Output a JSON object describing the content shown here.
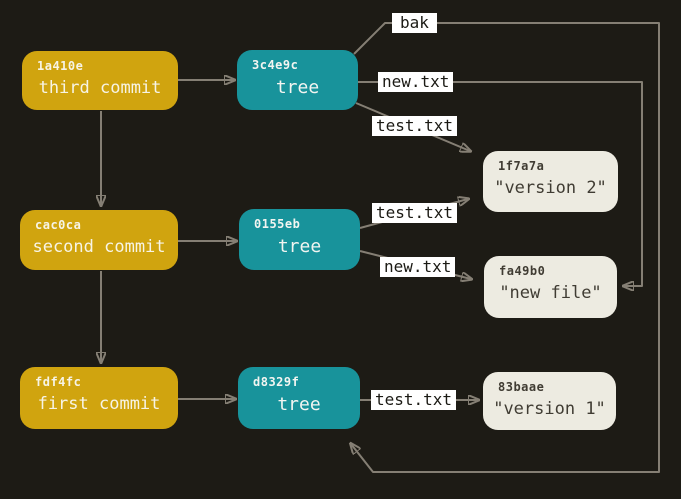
{
  "diagram": {
    "description": "Git object graph: commits pointing to trees pointing to blobs",
    "colors": {
      "background": "#1d1b15",
      "commit_fill": "#d0a40f",
      "tree_fill": "#18939b",
      "blob_fill": "#edebe1",
      "edge_stroke": "#857f74",
      "edge_label_bg": "#ffffff",
      "edge_label_text": "#1b1a14",
      "node_text_light": "#f7f4e6",
      "blob_text": "#403c33"
    },
    "nodes": {
      "commit3": {
        "hash": "1a410e",
        "label": "third commit"
      },
      "commit2": {
        "hash": "cac0ca",
        "label": "second commit"
      },
      "commit1": {
        "hash": "fdf4fc",
        "label": "first commit"
      },
      "tree3": {
        "hash": "3c4e9c",
        "label": "tree"
      },
      "tree2": {
        "hash": "0155eb",
        "label": "tree"
      },
      "tree1": {
        "hash": "d8329f",
        "label": "tree"
      },
      "blob_version2": {
        "hash": "1f7a7a",
        "label": "\"version 2\""
      },
      "blob_newfile": {
        "hash": "fa49b0",
        "label": "\"new file\""
      },
      "blob_version1": {
        "hash": "83baae",
        "label": "\"version 1\""
      }
    },
    "edge_labels": {
      "tree3_bak": "bak",
      "tree3_newtxt": "new.txt",
      "tree3_testtxt": "test.txt",
      "tree2_testtxt": "test.txt",
      "tree2_newtxt": "new.txt",
      "tree1_testtxt": "test.txt"
    },
    "edges": [
      {
        "from": "commit3 (1a410e)",
        "to": "tree3 (3c4e9c)",
        "label": ""
      },
      {
        "from": "commit3 (1a410e)",
        "to": "commit2 (cac0ca)",
        "label": ""
      },
      {
        "from": "commit2 (cac0ca)",
        "to": "tree2 (0155eb)",
        "label": ""
      },
      {
        "from": "commit2 (cac0ca)",
        "to": "commit1 (fdf4fc)",
        "label": ""
      },
      {
        "from": "commit1 (fdf4fc)",
        "to": "tree1 (d8329f)",
        "label": ""
      },
      {
        "from": "tree3 (3c4e9c)",
        "to": "tree1 (d8329f)",
        "label": "bak"
      },
      {
        "from": "tree3 (3c4e9c)",
        "to": "blob fa49b0",
        "label": "new.txt"
      },
      {
        "from": "tree3 (3c4e9c)",
        "to": "blob 1f7a7a",
        "label": "test.txt"
      },
      {
        "from": "tree2 (0155eb)",
        "to": "blob 1f7a7a",
        "label": "test.txt"
      },
      {
        "from": "tree2 (0155eb)",
        "to": "blob fa49b0",
        "label": "new.txt"
      },
      {
        "from": "tree1 (d8329f)",
        "to": "blob 83baae",
        "label": "test.txt"
      }
    ]
  }
}
